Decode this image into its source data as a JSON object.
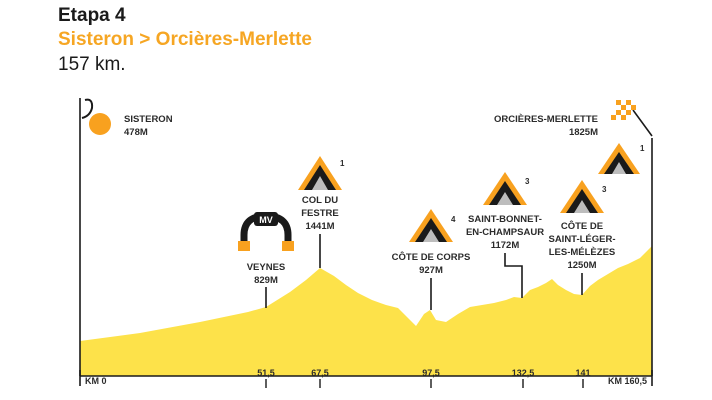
{
  "header": {
    "stage": "Etapa 4",
    "route": "Sisteron > Orcières-Merlette",
    "distance": "157 km."
  },
  "start": {
    "name": "SISTERON",
    "alt": "478M"
  },
  "finish": {
    "name": "ORCIÈRES-MERLETTE",
    "alt": "1825M",
    "category": "1"
  },
  "sprint": {
    "badge": "MV",
    "name": "VEYNES",
    "alt": "829M"
  },
  "climbs": [
    {
      "lines": [
        "COL DU",
        "FESTRE"
      ],
      "alt": "1441M",
      "category": "1"
    },
    {
      "lines": [
        "CÔTE DE CORPS"
      ],
      "alt": "927M",
      "category": "4"
    },
    {
      "lines": [
        "SAINT-BONNET-",
        "EN-CHAMPSAUR"
      ],
      "alt": "1172M",
      "category": "3"
    },
    {
      "lines": [
        "CÔTE DE",
        "SAINT-LÉGER-",
        "LES-MÉLÈZES"
      ],
      "alt": "1250M",
      "category": "3"
    }
  ],
  "axis": {
    "start_label": "KM 0",
    "end_label": "KM 160,5",
    "ticks": [
      "51,5",
      "67,5",
      "97,5",
      "132,5",
      "141"
    ]
  },
  "colors": {
    "title": "#1a1a1a",
    "route": "#f6a623",
    "profile": "#fde24a",
    "marker": "#f8a11f",
    "axis": "#1a1a1a"
  }
}
